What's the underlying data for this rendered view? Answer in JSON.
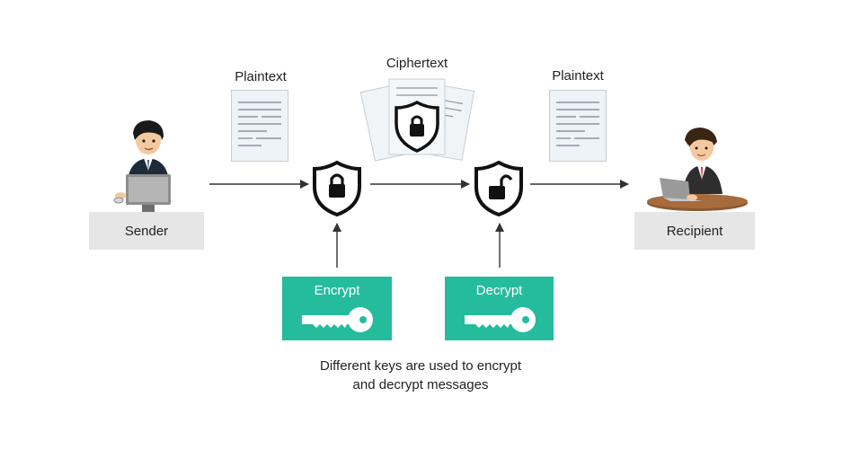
{
  "sender": {
    "label": "Sender"
  },
  "recipient": {
    "label": "Recipient"
  },
  "documents": {
    "plaintext_left": "Plaintext",
    "ciphertext": "Ciphertext",
    "plaintext_right": "Plaintext"
  },
  "keys": {
    "encrypt": "Encrypt",
    "decrypt": "Decrypt"
  },
  "caption": {
    "line1": "Different keys are used to encrypt",
    "line2": "and decrypt messages"
  },
  "colors": {
    "key_card": "#25bc9d",
    "label_box": "#e6e6e6",
    "arrow": "#333333"
  }
}
